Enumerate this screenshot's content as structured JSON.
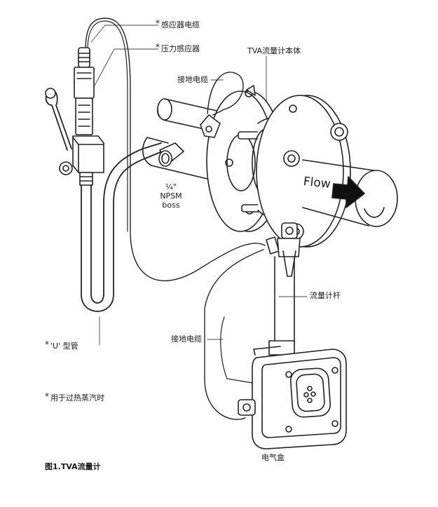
{
  "labels": {
    "sensor_cable": "感应器电缆",
    "pressure_sensor": "压力感应器",
    "meter_body": "TVA流量计本体",
    "ground_cable_top": "接地电缆",
    "npsm_fraction": "¼\"",
    "npsm_line1": "NPSM",
    "npsm_line2": "boss",
    "flow": "Flow",
    "flow_rod": "流量计杆",
    "ground_cable_bottom": "接地电缆",
    "u_tube": "'U' 型管",
    "superheated_note": "用于过热蒸汽时",
    "junction_box": "电气盒",
    "asterisk": "*"
  },
  "caption": "图1.TVA流量计"
}
